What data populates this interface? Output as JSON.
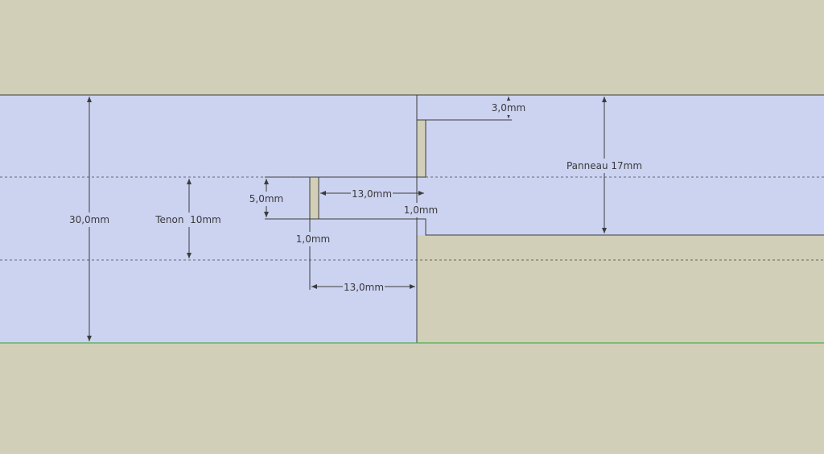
{
  "colors": {
    "background": "#d1cfb8",
    "face": "#ccd3f1",
    "edge": "#3c3c3c",
    "axis_green": "#4caf50"
  },
  "dimensions": {
    "total_height": "30,0mm",
    "tenon": "Tenon  10mm",
    "slot_height": "5,0mm",
    "slot_width": "1,0mm",
    "tenon_length": "13,0mm",
    "step_width": "1,0mm",
    "tenon_depth": "13,0mm",
    "panel_offset": "3,0mm",
    "panel": "Panneau 17mm"
  }
}
